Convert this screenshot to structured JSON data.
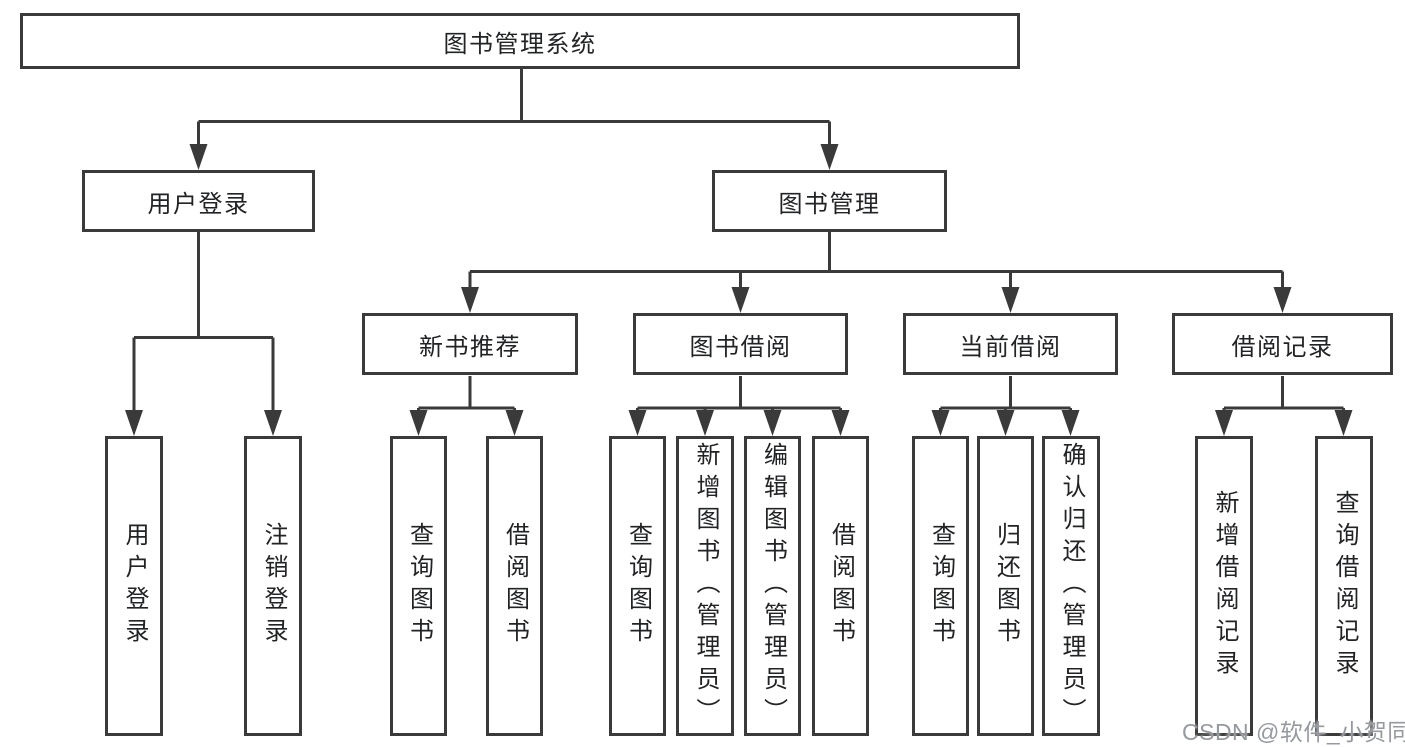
{
  "tree": {
    "label": "图书管理系统",
    "children": [
      {
        "label": "用户登录",
        "children": [
          {
            "label": "用户登录"
          },
          {
            "label": "注销登录"
          }
        ]
      },
      {
        "label": "图书管理",
        "children": [
          {
            "label": "新书推荐",
            "children": [
              {
                "label": "查询图书"
              },
              {
                "label": "借阅图书"
              }
            ]
          },
          {
            "label": "图书借阅",
            "children": [
              {
                "label": "查询图书"
              },
              {
                "label": "新增图书（管理员）"
              },
              {
                "label": "编辑图书（管理员）"
              },
              {
                "label": "借阅图书"
              }
            ]
          },
          {
            "label": "当前借阅",
            "children": [
              {
                "label": "查询图书"
              },
              {
                "label": "归还图书"
              },
              {
                "label": "确认归还（管理员）"
              }
            ]
          },
          {
            "label": "借阅记录",
            "children": [
              {
                "label": "新增借阅记录"
              },
              {
                "label": "查询借阅记录"
              }
            ]
          }
        ]
      }
    ]
  },
  "watermark": {
    "text": "CSDN @软件_小贺同学"
  },
  "colors": {
    "line": "#3a3a3a",
    "box_border": "#3a3a3a",
    "text": "#222325",
    "watermark": "#969aa0",
    "background": "#ffffff"
  }
}
